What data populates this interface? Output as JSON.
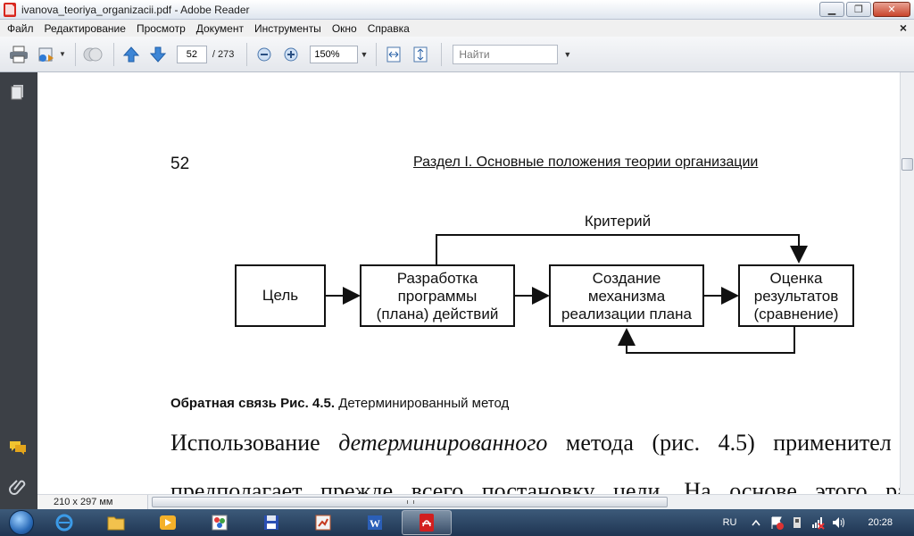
{
  "window": {
    "title": "ivanova_teoriya_organizacii.pdf - Adobe Reader"
  },
  "menu": [
    "Файл",
    "Редактирование",
    "Просмотр",
    "Документ",
    "Инструменты",
    "Окно",
    "Справка"
  ],
  "toolbar": {
    "page_current": "52",
    "page_total": "/ 273",
    "zoom": "150%",
    "find_placeholder": "Найти"
  },
  "document": {
    "page_number": "52",
    "section_title": "Раздел I. Основные положения теории организации",
    "diagram": {
      "top_label": "Критерий",
      "boxes": [
        {
          "lines": [
            "Цель"
          ]
        },
        {
          "lines": [
            "Разработка",
            "программы",
            "(плана) действий"
          ]
        },
        {
          "lines": [
            "Создание",
            "механизма",
            "реализации плана"
          ]
        },
        {
          "lines": [
            "Оценка",
            "результатов",
            "(сравнение)"
          ]
        }
      ]
    },
    "caption": {
      "prefix": "Обратная связь",
      "fig": "Рис. 4.5.",
      "text": "Детерминированный метод"
    },
    "body": {
      "line1_a": "Использование",
      "line1_b": "детерминированного",
      "line1_c": "метода (рис. 4.5) применител",
      "line2": "предполагает прежде всего постановку цели. На основе этого разра"
    }
  },
  "status": {
    "page_size": "210 x 297 мм"
  },
  "taskbar": {
    "lang": "RU",
    "clock": "20:28"
  }
}
